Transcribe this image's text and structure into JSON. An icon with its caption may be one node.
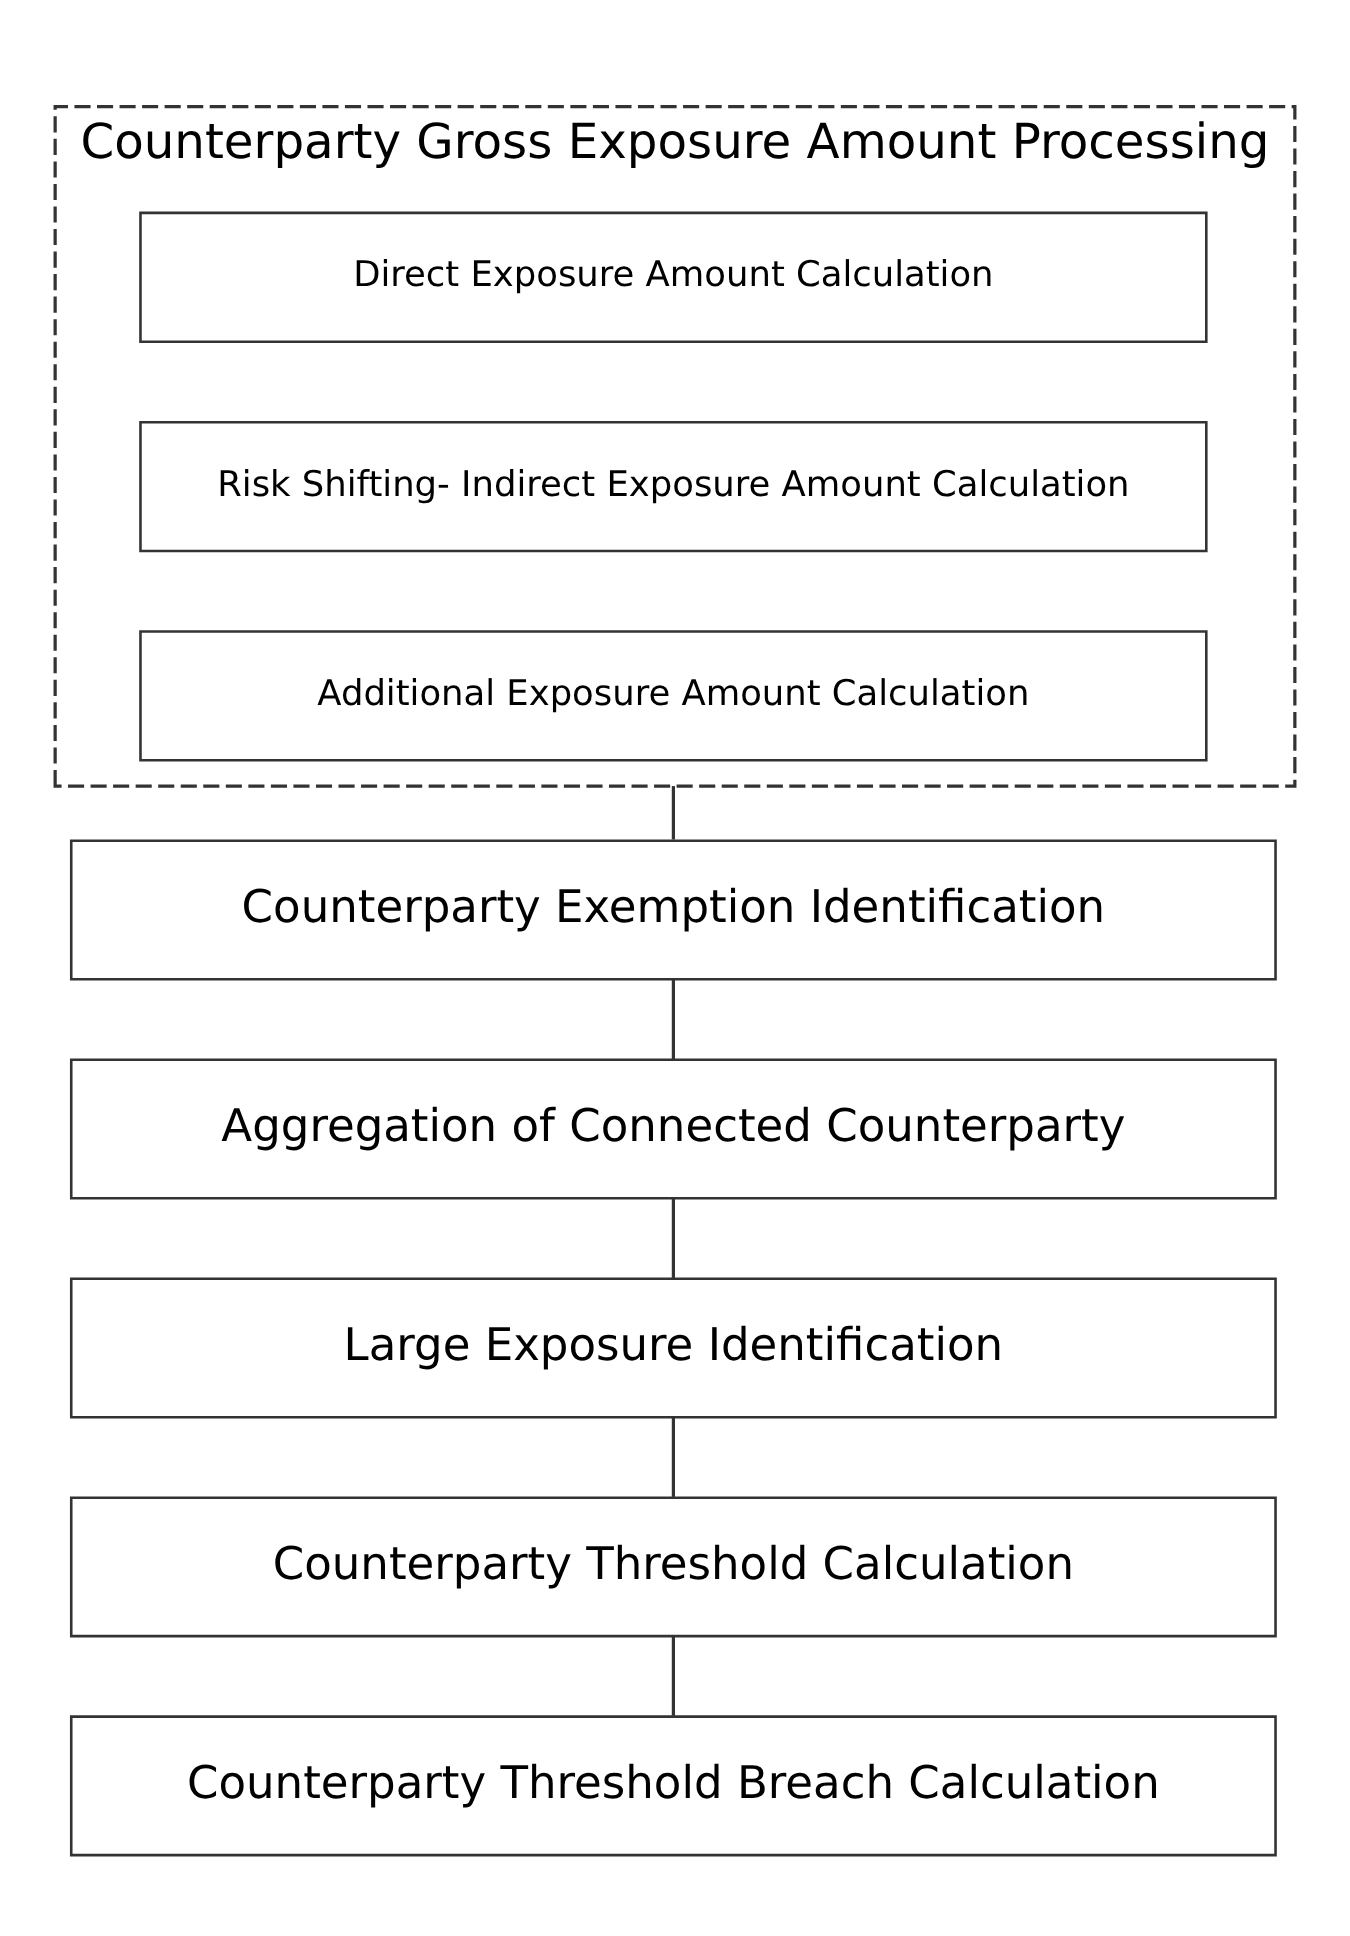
{
  "diagram": {
    "nodes": [
      {
        "text": [
          "Counterparty Gross Exposure Amount Processing"
        ]
      },
      {
        "text": [
          "Direct Exposure Amount Calculation"
        ],
        "in": 0
      },
      {
        "text": [
          "Risk Shifting- Indirect Exposure Amount Calculation"
        ],
        "in": 0
      },
      {
        "text": [
          "Additional Exposure Amount Calculation"
        ],
        "in": 0
      },
      {
        "text": [
          "Counterparty Exemption Identification"
        ]
      },
      {
        "text": [
          "Aggregation of Connected Counterparty"
        ]
      },
      {
        "text": [
          "Large Exposure Identification"
        ]
      },
      {
        "text": [
          "Counterparty Threshold Calculation"
        ]
      },
      {
        "text": [
          "Counterparty Threshold Breach Calculation"
        ]
      }
    ],
    "edges": [
      {
        "from": 0,
        "to": 4,
        "arrow": "none"
      },
      {
        "from": 4,
        "to": 5,
        "arrow": "none"
      },
      {
        "from": 5,
        "to": 6,
        "arrow": "none"
      },
      {
        "from": 6,
        "to": 7,
        "arrow": "none"
      },
      {
        "from": 7,
        "to": 8,
        "arrow": "none"
      }
    ]
  }
}
